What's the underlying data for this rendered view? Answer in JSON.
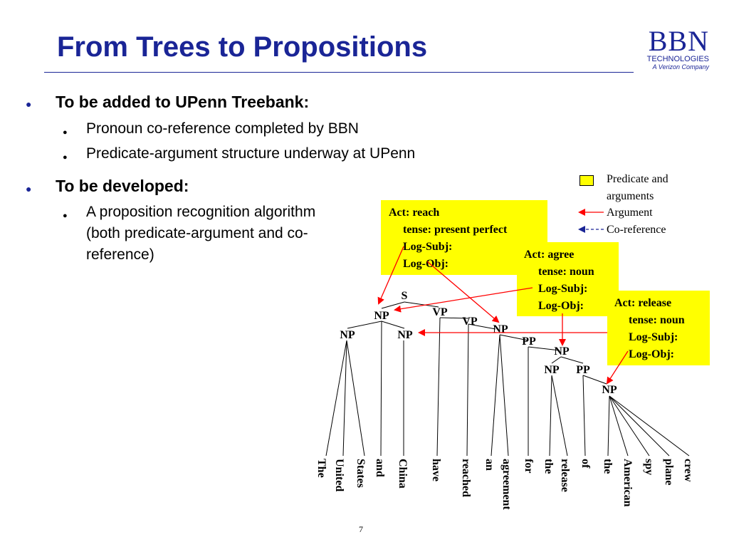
{
  "slide": {
    "title": "From Trees to Propositions",
    "page_number": "7"
  },
  "logo": {
    "main": "BBN",
    "sub": "TECHNOLOGIES",
    "tag": "A Verizon Company"
  },
  "bullets": [
    {
      "text": "To be added to UPenn Treebank:",
      "sub": [
        "Pronoun co-reference completed by BBN",
        "Predicate-argument structure underway at UPenn"
      ]
    },
    {
      "text": "To be developed:",
      "sub": [
        "A proposition recognition algorithm (both predicate-argument and co-reference)"
      ]
    }
  ],
  "legend": {
    "predicate": "Predicate and arguments",
    "argument": "Argument",
    "coreference": "Co-reference",
    "colors": {
      "highlight": "#ffff00",
      "argument": "#ff0000",
      "coreference": "#1a2596"
    }
  },
  "propositions": [
    {
      "act": "Act:  reach",
      "tense": "tense:  present perfect",
      "subj": "Log-Subj:",
      "obj": "Log-Obj:"
    },
    {
      "act": "Act:  agree",
      "tense": "tense:  noun",
      "subj": "Log-Subj:",
      "obj": "Log-Obj:"
    },
    {
      "act": "Act:  release",
      "tense": "tense:  noun",
      "subj": "Log-Subj:",
      "obj": "Log-Obj:"
    }
  ],
  "tree": {
    "labels": [
      "S",
      "NP",
      "VP",
      "VP",
      "NP",
      "NP",
      "NP",
      "PP",
      "NP",
      "NP",
      "PP",
      "NP"
    ],
    "words": [
      "The",
      "United",
      "States",
      "and",
      "China",
      "have",
      "reached",
      "an",
      "agreement",
      "for",
      "the",
      "release",
      "of",
      "the",
      "American",
      "spy",
      "plane",
      "crew"
    ]
  }
}
